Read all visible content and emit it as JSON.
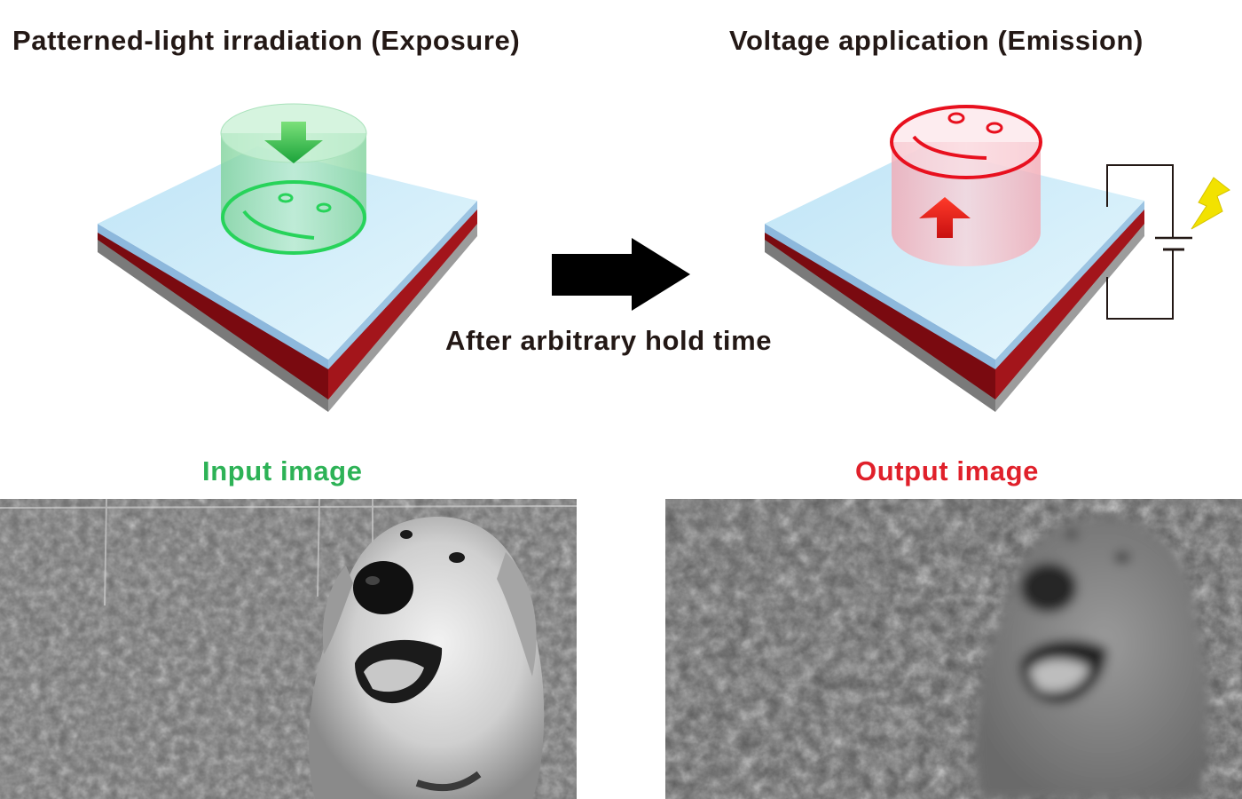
{
  "labels": {
    "exposure_title": "Patterned-light irradiation (Exposure)",
    "emission_title": "Voltage application (Emission)",
    "hold_time": "After arbitrary hold time",
    "input_image": "Input image",
    "output_image": "Output image"
  },
  "colors": {
    "title_text": "#231815",
    "input_label": "#2db256",
    "output_label": "#e0202a",
    "device_top": "#d6f0fa",
    "device_top_edge": "#8db8dc",
    "device_red_layer": "#8f0e14",
    "device_base": "#8c8c8c",
    "exposure_light": "#8fd9a8",
    "exposure_pattern": "#27d35a",
    "emission_light": "#f4b8c0",
    "emission_pattern": "#e8101e",
    "arrow": "#000000",
    "spark": "#f2e200"
  },
  "icons": {
    "down_arrow": "green-down-arrow-icon",
    "up_arrow": "red-up-arrow-icon",
    "lightning": "lightning-bolt-icon",
    "battery": "battery-symbol-icon",
    "smiley": "smiley-face-pattern"
  }
}
